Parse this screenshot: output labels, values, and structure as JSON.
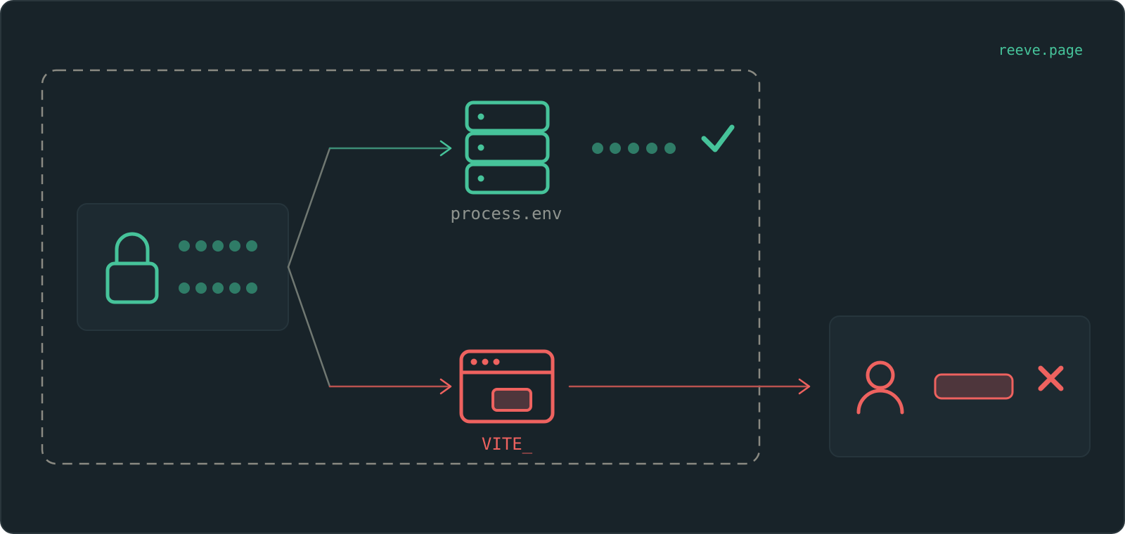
{
  "brand": {
    "text": "reeve.page"
  },
  "server": {
    "label": "process.env"
  },
  "client": {
    "label": "VITE_"
  },
  "colors": {
    "background": "#182329",
    "panel": "#1D2A31",
    "panel_border": "#26353C",
    "green": "#46C39A",
    "green_dim": "#2F7C67",
    "red": "#EE625F",
    "red_fill": "#4E363C",
    "gray_line": "#707872",
    "dashed_border": "#8A8A82",
    "label_gray": "#8E938E"
  },
  "icons": {
    "secret": "lock-icon",
    "server": "server-icon",
    "success": "check-icon",
    "browser": "browser-window-icon",
    "user": "user-icon",
    "failure": "x-icon"
  }
}
